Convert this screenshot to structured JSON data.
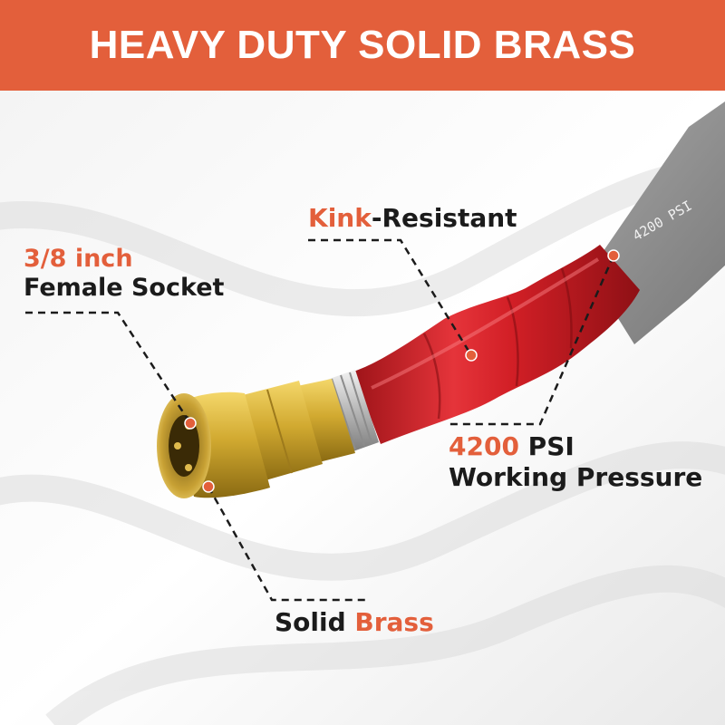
{
  "banner": {
    "title": "HEAVY DUTY SOLID BRASS"
  },
  "hose_print": "4200 PSI",
  "callouts": {
    "socket": {
      "accent": "3/8 inch",
      "text": "Female Socket"
    },
    "kink": {
      "accent": "Kink",
      "text": "-Resistant"
    },
    "pressure": {
      "accent": "4200",
      "text1": " PSI",
      "text2": "Working Pressure"
    },
    "brass": {
      "text": "Solid ",
      "accent": "Brass"
    }
  },
  "colors": {
    "accent": "#e35f3b",
    "brass": "#d1a930",
    "sleeve": "#d32228",
    "hose": "#8d8d8d"
  }
}
